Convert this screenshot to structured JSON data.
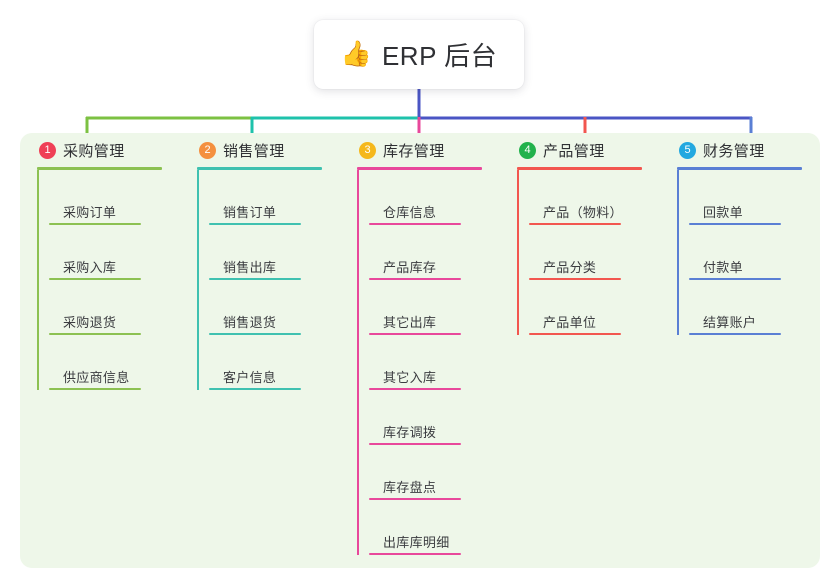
{
  "root": {
    "icon": "thumbs-up-icon",
    "icon_glyph": "👍",
    "title": "ERP 后台"
  },
  "panel": {
    "background_color": "#eef7e9"
  },
  "connector_colors": {
    "trunk": "#4a55c4",
    "segment_1": "#7cc142",
    "segment_2": "#1ec2ab",
    "segment_3": "#4a55c4",
    "drop_1": "#7cc142",
    "drop_2": "#1ec2ab",
    "drop_3": "#e8489b",
    "drop_4": "#f2564f",
    "drop_5": "#5a7fd4"
  },
  "columns": [
    {
      "badge": "1",
      "badge_color": "#ef4056",
      "title": "采购管理",
      "line_color": "#8cc152",
      "items": [
        {
          "label": "采购订单"
        },
        {
          "label": "采购入库"
        },
        {
          "label": "采购退货"
        },
        {
          "label": "供应商信息"
        }
      ]
    },
    {
      "badge": "2",
      "badge_color": "#f4903f",
      "title": "销售管理",
      "line_color": "#3fc1b0",
      "items": [
        {
          "label": "销售订单"
        },
        {
          "label": "销售出库"
        },
        {
          "label": "销售退货"
        },
        {
          "label": "客户信息"
        }
      ]
    },
    {
      "badge": "3",
      "badge_color": "#f5b81c",
      "title": "库存管理",
      "line_color": "#e8489b",
      "items": [
        {
          "label": "仓库信息"
        },
        {
          "label": "产品库存"
        },
        {
          "label": "其它出库"
        },
        {
          "label": "其它入库"
        },
        {
          "label": "库存调拨"
        },
        {
          "label": "库存盘点"
        },
        {
          "label": "出库库明细"
        }
      ]
    },
    {
      "badge": "4",
      "badge_color": "#22b24c",
      "title": "产品管理",
      "line_color": "#f2564f",
      "items": [
        {
          "label": "产品（物料）"
        },
        {
          "label": "产品分类"
        },
        {
          "label": "产品单位"
        }
      ]
    },
    {
      "badge": "5",
      "badge_color": "#23a8e0",
      "title": "财务管理",
      "line_color": "#5a7fd4",
      "items": [
        {
          "label": "回款单"
        },
        {
          "label": "付款单"
        },
        {
          "label": "结算账户"
        }
      ]
    }
  ]
}
